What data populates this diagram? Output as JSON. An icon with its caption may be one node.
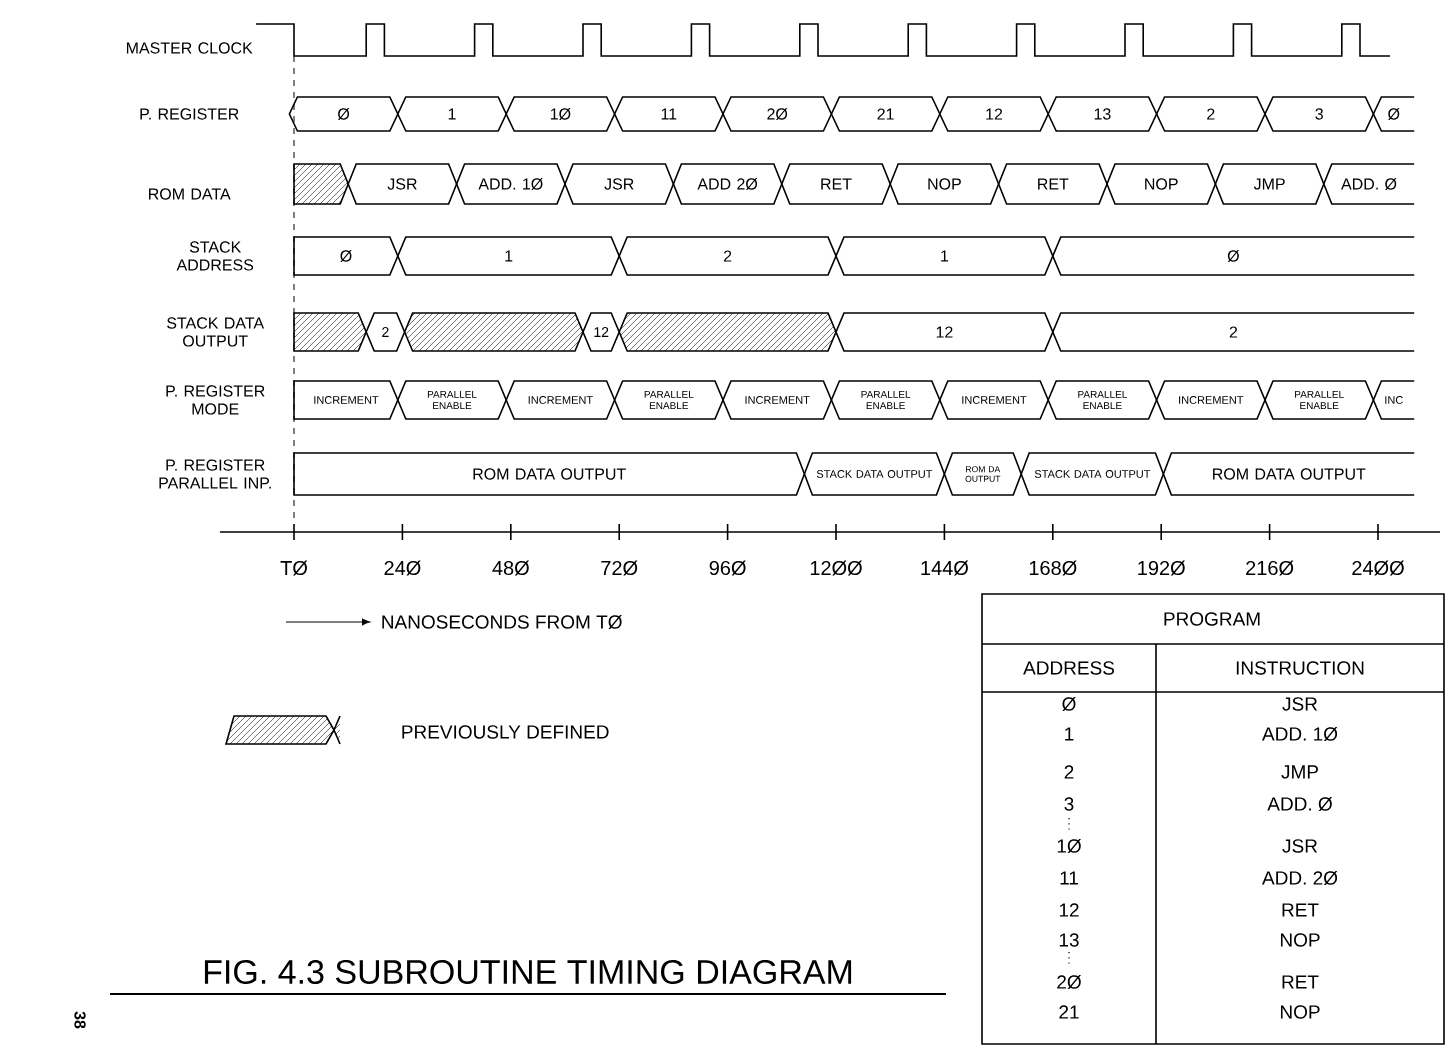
{
  "diagram": {
    "title": "FIG. 4.3 SUBROUTINE TIMING DIAGRAM",
    "nodes": [
      {
        "text": [
          "Ø"
        ]
      },
      {
        "text": [
          "1"
        ]
      },
      {
        "text": [
          "1Ø"
        ]
      },
      {
        "text": [
          "11"
        ]
      },
      {
        "text": [
          "2Ø"
        ]
      },
      {
        "text": [
          "21"
        ]
      },
      {
        "text": [
          "12"
        ]
      },
      {
        "text": [
          "13"
        ]
      },
      {
        "text": [
          "2"
        ]
      },
      {
        "text": [
          "3"
        ]
      },
      {
        "text": [
          "Ø"
        ]
      },
      {
        "text": [],
        "shape": "box"
      },
      {
        "text": [
          "JSR"
        ]
      },
      {
        "text": [
          "ADD. 1Ø"
        ]
      },
      {
        "text": [
          "JSR"
        ]
      },
      {
        "text": [
          "ADD 2Ø"
        ]
      },
      {
        "text": [
          "RET"
        ]
      },
      {
        "text": [
          "NOP"
        ]
      },
      {
        "text": [
          "RET"
        ]
      },
      {
        "text": [
          "NOP"
        ]
      },
      {
        "text": [
          "JMP"
        ]
      },
      {
        "text": [
          "ADD. Ø"
        ]
      },
      {
        "text": [
          "Ø"
        ]
      },
      {
        "text": [
          "1"
        ]
      },
      {
        "text": [
          "2"
        ]
      },
      {
        "text": [
          "1"
        ]
      },
      {
        "text": [
          "Ø"
        ]
      },
      {
        "text": [],
        "shape": "box"
      },
      {
        "text": [
          "2"
        ]
      },
      {
        "text": [],
        "shape": "box"
      },
      {
        "text": [
          "12"
        ]
      },
      {
        "text": [],
        "shape": "box"
      },
      {
        "text": [
          "12"
        ]
      },
      {
        "text": [
          "2"
        ]
      },
      {
        "text": [
          "INCREMENT"
        ]
      },
      {
        "text": [
          "PARALLEL ENABLE"
        ]
      },
      {
        "text": [
          "INCREMENT"
        ]
      },
      {
        "text": [
          "PARALLEL ENABLE"
        ]
      },
      {
        "text": [
          "INCREMENT"
        ]
      },
      {
        "text": [
          "PARALLEL ENABLE"
        ]
      },
      {
        "text": [
          "INCREMENT"
        ]
      },
      {
        "text": [
          "PARALLEL ENABLE"
        ]
      },
      {
        "text": [
          "INCREMENT"
        ]
      },
      {
        "text": [
          "PARALLEL ENABLE"
        ]
      },
      {
        "text": [
          "INC"
        ]
      },
      {
        "text": [
          "ROM DATA OUTPUT"
        ]
      },
      {
        "text": [
          "STACK DATA OUTPUT"
        ]
      },
      {
        "text": [
          "ROM DA OUTPUT"
        ]
      },
      {
        "text": [
          "STACK DATA OUTPUT"
        ]
      },
      {
        "text": [
          "ROM DATA OUTPUT"
        ]
      }
    ],
    "labels": [
      "MASTER CLOCK",
      "P. REGISTER",
      "ROM DATA",
      "STACK ADDRESS",
      "STACK DATA OUTPUT",
      "P. REGISTER MODE",
      "P. REGISTER PARALLEL INP.",
      "TØ",
      "24Ø",
      "48Ø",
      "72Ø",
      "96Ø",
      "12ØØ",
      "144Ø",
      "168Ø",
      "192Ø",
      "216Ø",
      "24ØØ",
      "NANOSECONDS FROM TØ",
      "PROGRAM",
      "ADDRESS",
      "INSTRUCTION",
      "Ø",
      "JSR",
      "1",
      "ADD. 1Ø",
      "2",
      "JMP",
      "3",
      "ADD. Ø",
      "1Ø",
      "JSR",
      "11",
      "ADD. 2Ø",
      "12",
      "RET",
      "13",
      "NOP",
      "2Ø",
      "RET",
      "21",
      "NOP",
      "38"
    ],
    "legend": [
      {
        "text": "PREVIOUSLY DEFINED"
      }
    ]
  }
}
